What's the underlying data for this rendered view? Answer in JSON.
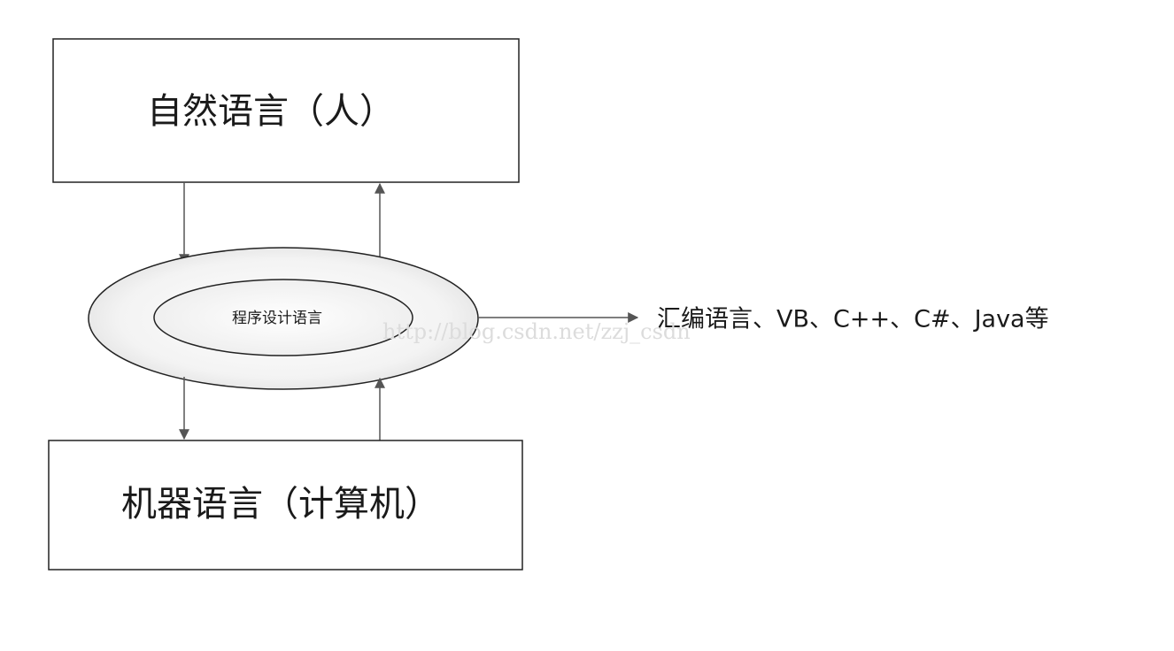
{
  "diagram": {
    "top_box": {
      "label": "自然语言（人）"
    },
    "bottom_box": {
      "label": "机器语言（计算机）"
    },
    "ellipse": {
      "label": "程序设计语言"
    },
    "side_label": "汇编语言、VB、C++、C#、Java等",
    "watermark": "http://blog.csdn.net/zzj_csdn"
  }
}
